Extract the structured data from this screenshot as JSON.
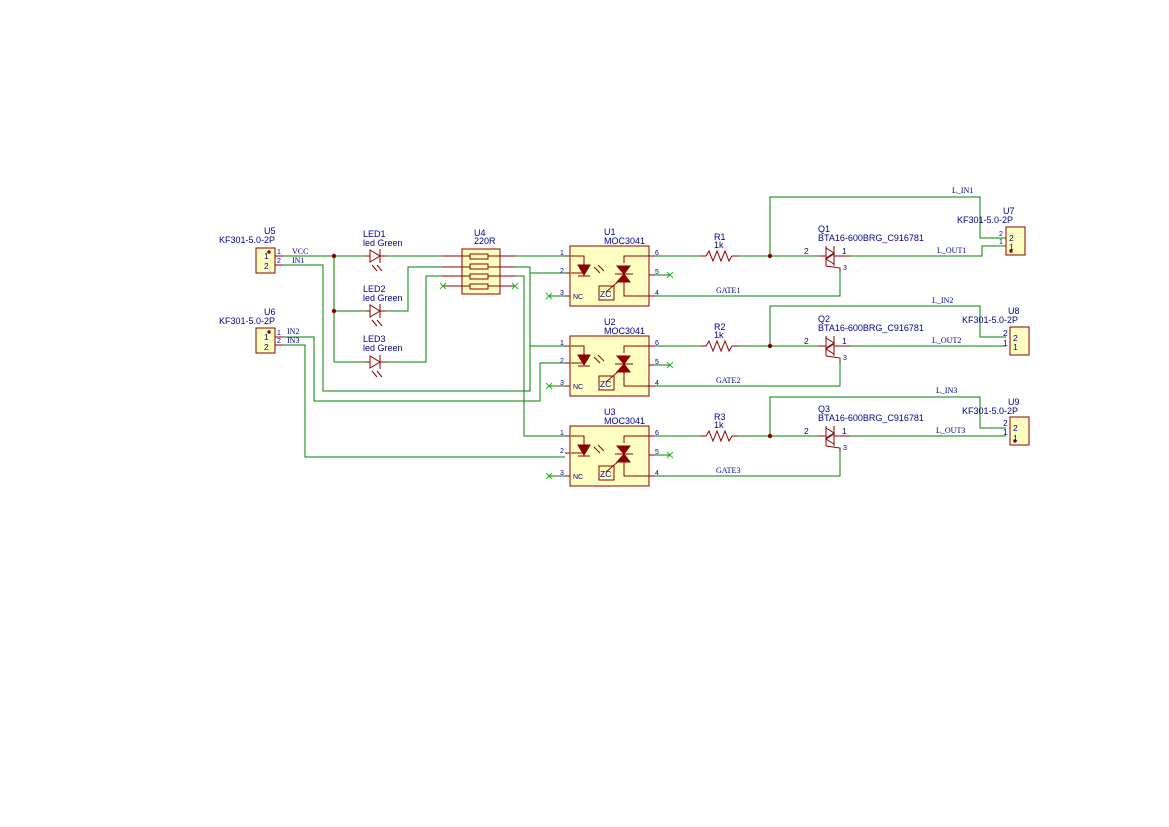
{
  "components": {
    "U5": {
      "ref": "U5",
      "value": "KF301-5.0-2P",
      "pins": [
        "1",
        "2"
      ]
    },
    "U6": {
      "ref": "U6",
      "value": "KF301-5.0-2P",
      "pins": [
        "1",
        "2"
      ]
    },
    "U7": {
      "ref": "U7",
      "value": "KF301-5.0-2P",
      "pins": [
        "2",
        "1"
      ]
    },
    "U8": {
      "ref": "U8",
      "value": "KF301-5.0-2P",
      "pins": [
        "2",
        "1"
      ]
    },
    "U9": {
      "ref": "U9",
      "value": "KF301-5.0-2P",
      "pins": [
        "2",
        "1"
      ]
    },
    "LED1": {
      "ref": "LED1",
      "value": "led Green"
    },
    "LED2": {
      "ref": "LED2",
      "value": "led Green"
    },
    "LED3": {
      "ref": "LED3",
      "value": "led Green"
    },
    "U4": {
      "ref": "U4",
      "value": "220R"
    },
    "U1": {
      "ref": "U1",
      "value": "MOC3041"
    },
    "U2": {
      "ref": "U2",
      "value": "MOC3041"
    },
    "U3": {
      "ref": "U3",
      "value": "MOC3041"
    },
    "R1": {
      "ref": "R1",
      "value": "1k"
    },
    "R2": {
      "ref": "R2",
      "value": "1k"
    },
    "R3": {
      "ref": "R3",
      "value": "1k"
    },
    "Q1": {
      "ref": "Q1",
      "value": "BTA16-600BRG_C916781"
    },
    "Q2": {
      "ref": "Q2",
      "value": "BTA16-600BRG_C916781"
    },
    "Q3": {
      "ref": "Q3",
      "value": "BTA16-600BRG_C916781"
    }
  },
  "opto_pins": {
    "p1": "1",
    "p2": "2",
    "p3": "3",
    "p4": "4",
    "p5": "5",
    "p6": "6",
    "nc": "NC",
    "zc": "ZC"
  },
  "triac_pins": {
    "p1": "1",
    "p2": "2",
    "p3": "3"
  },
  "nets": {
    "vcc": "VCC",
    "in1": "IN1",
    "in2": "IN2",
    "in3": "IN3",
    "gate1": "GATE1",
    "gate2": "GATE2",
    "gate3": "GATE3",
    "l_in1": "L_IN1",
    "l_in2": "L_IN2",
    "l_in3": "L_IN3",
    "l_out1": "L_OUT1",
    "l_out2": "L_OUT2",
    "l_out3": "L_OUT3"
  },
  "colors": {
    "wire": "#008000",
    "symbol": "#8b0000",
    "text": "#00008b",
    "no_connect": "#22bb22",
    "symbol_fill": "#ffffc2"
  }
}
